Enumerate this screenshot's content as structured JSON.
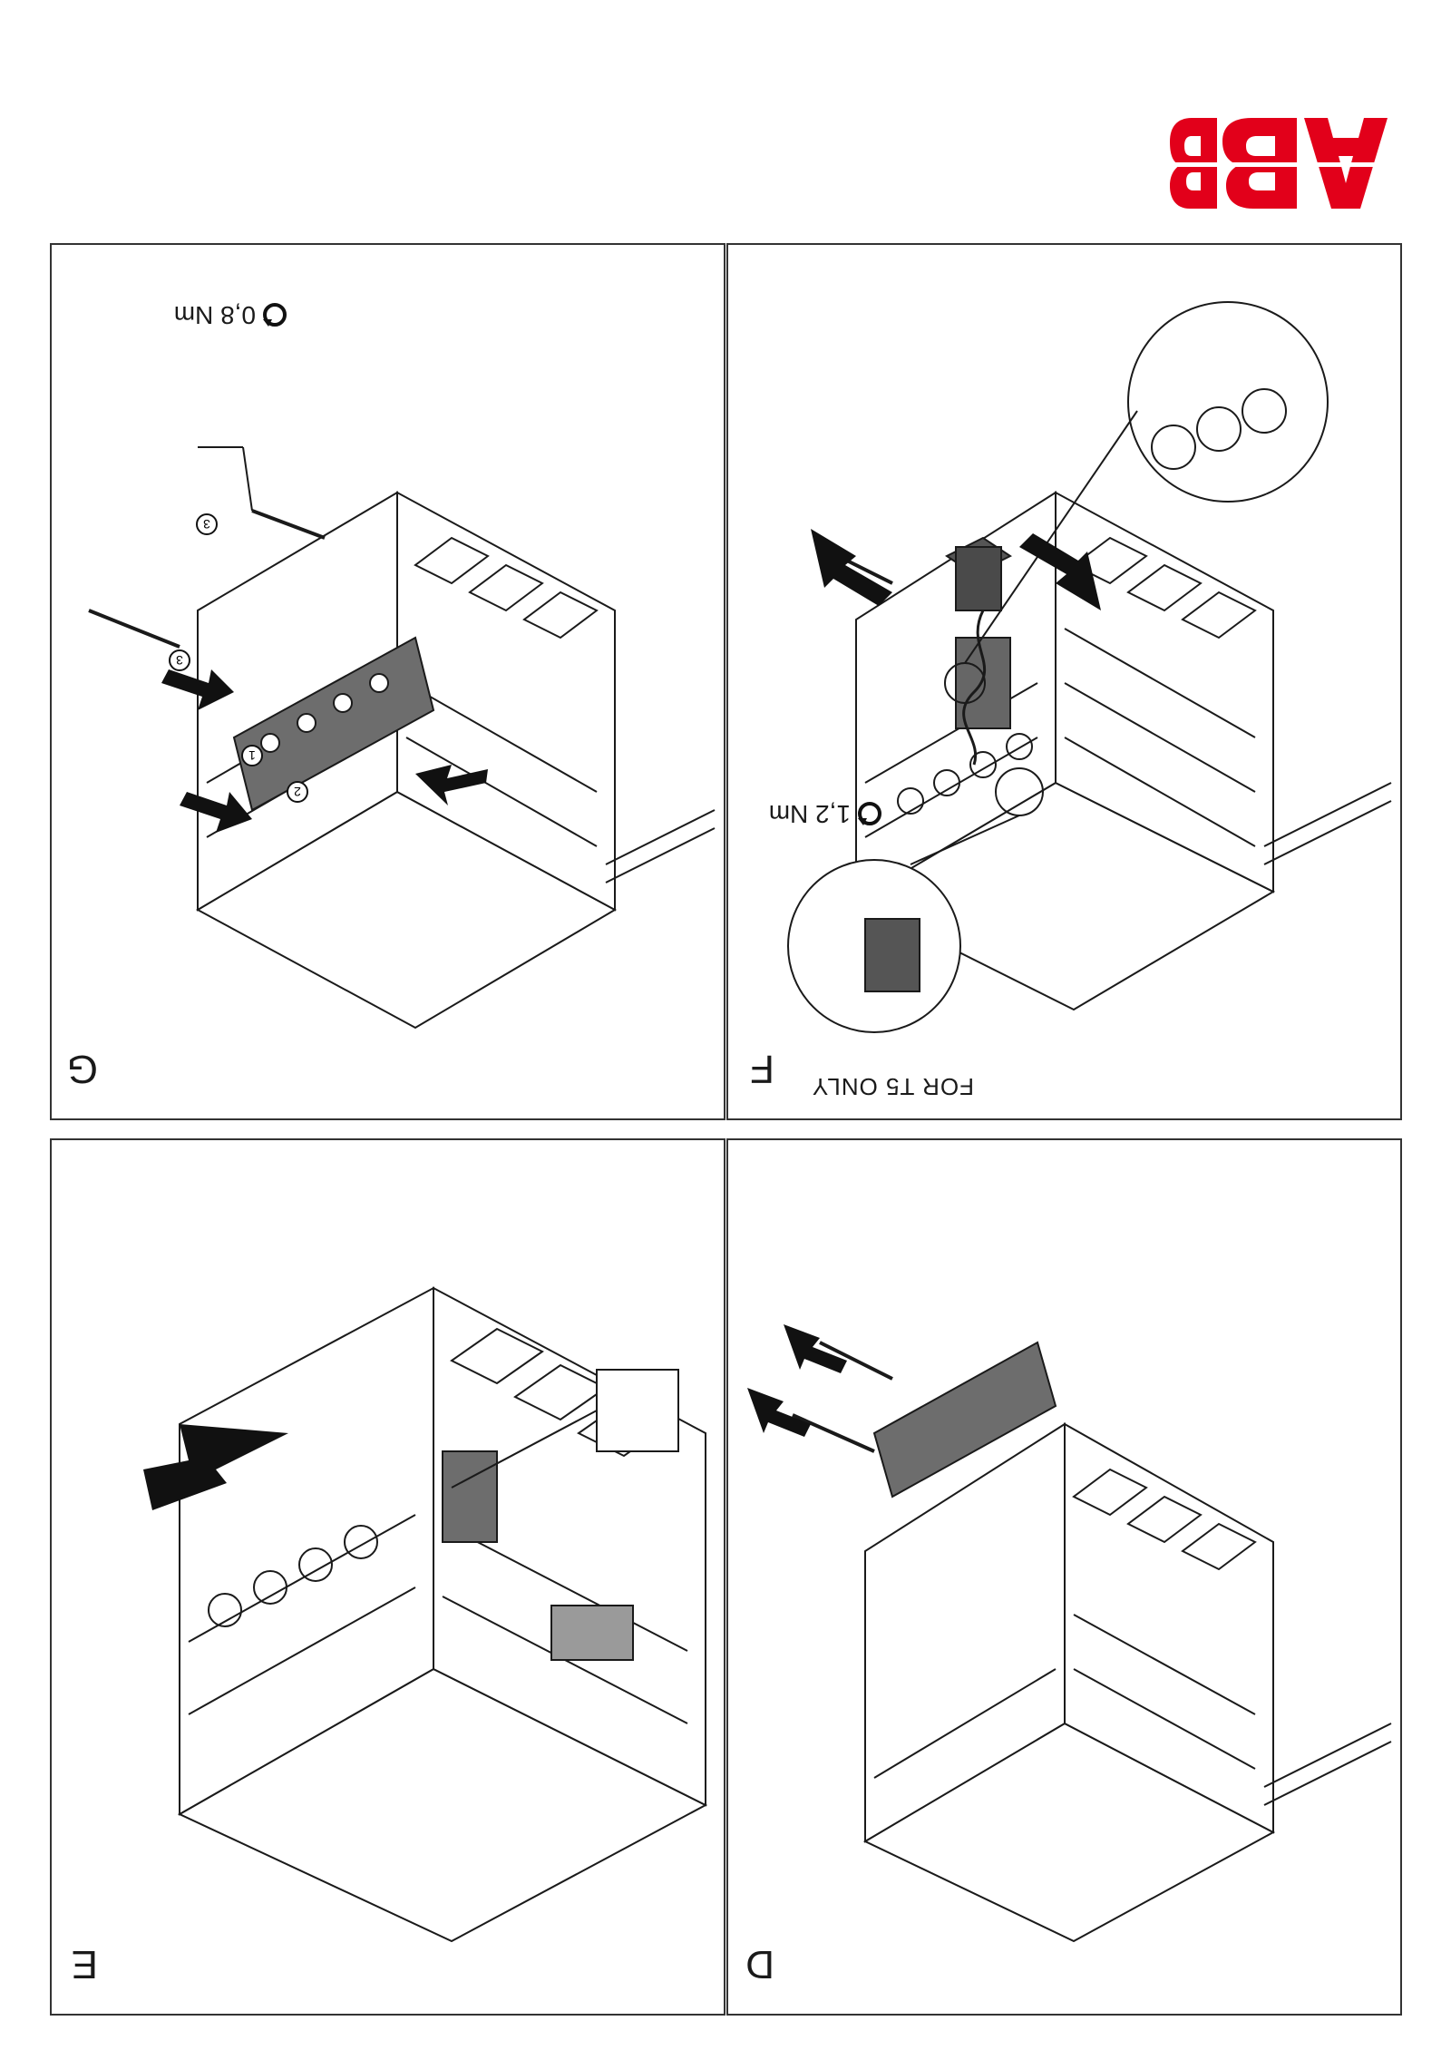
{
  "brand": {
    "logo_text": "ABB",
    "color": "#e2001a"
  },
  "panels": {
    "D": {
      "label": "D"
    },
    "E": {
      "label": "E"
    },
    "F": {
      "label": "F",
      "torque": "1,2 Nm",
      "inset_caption": "FOR T5 ONLY"
    },
    "G": {
      "label": "G",
      "torque": "0,8 Nm",
      "callouts": [
        "1",
        "2",
        "3",
        "3"
      ]
    }
  },
  "colors": {
    "line": "#1a1a1a",
    "part_fill": "#6d6d6d",
    "arrow": "#111111"
  }
}
